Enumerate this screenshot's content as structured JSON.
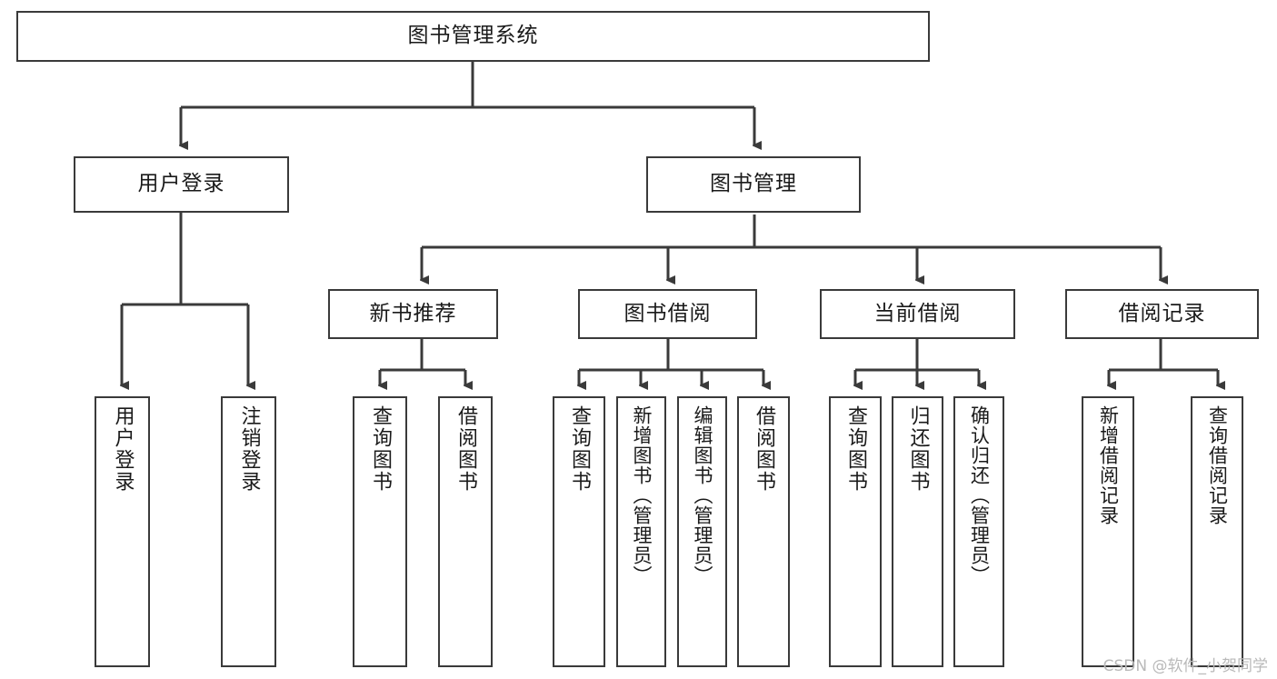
{
  "diagram": {
    "title": "图书管理系统",
    "type": "tree-hierarchy-flowchart",
    "root": {
      "id": "root",
      "label": "图书管理系统"
    },
    "level1": [
      {
        "id": "user-login",
        "label": "用户登录"
      },
      {
        "id": "book-management",
        "label": "图书管理"
      }
    ],
    "level2": [
      {
        "id": "new-book-recommend",
        "label": "新书推荐",
        "parent": "book-management"
      },
      {
        "id": "book-borrow",
        "label": "图书借阅",
        "parent": "book-management"
      },
      {
        "id": "current-borrow",
        "label": "当前借阅",
        "parent": "book-management"
      },
      {
        "id": "borrow-record",
        "label": "借阅记录",
        "parent": "book-management"
      }
    ],
    "leaves": {
      "user_login": [
        {
          "id": "leaf-user-login",
          "label": "用户登录"
        },
        {
          "id": "leaf-logout-login",
          "label": "注销登录"
        }
      ],
      "new_book_recommend": [
        {
          "id": "leaf-query-book-1",
          "label": "查询图书"
        },
        {
          "id": "leaf-borrow-book-1",
          "label": "借阅图书"
        }
      ],
      "book_borrow": [
        {
          "id": "leaf-query-book-2",
          "label": "查询图书"
        },
        {
          "id": "leaf-add-book",
          "label": "新增图书（管理员）"
        },
        {
          "id": "leaf-edit-book",
          "label": "编辑图书（管理员）"
        },
        {
          "id": "leaf-borrow-book-2",
          "label": "借阅图书"
        }
      ],
      "current_borrow": [
        {
          "id": "leaf-query-book-3",
          "label": "查询图书"
        },
        {
          "id": "leaf-return-book",
          "label": "归还图书"
        },
        {
          "id": "leaf-confirm-return",
          "label": "确认归还（管理员）"
        }
      ],
      "borrow_record": [
        {
          "id": "leaf-add-record",
          "label": "新增借阅记录"
        },
        {
          "id": "leaf-query-record",
          "label": "查询借阅记录"
        }
      ]
    },
    "colors": {
      "border": "#3a3a3a",
      "fill": "#ffffff",
      "text": "#1a1a1a",
      "background": "#ffffff",
      "watermark": "#b9b9b9"
    }
  },
  "watermark": {
    "text": "CSDN @软件_小贺同学"
  }
}
